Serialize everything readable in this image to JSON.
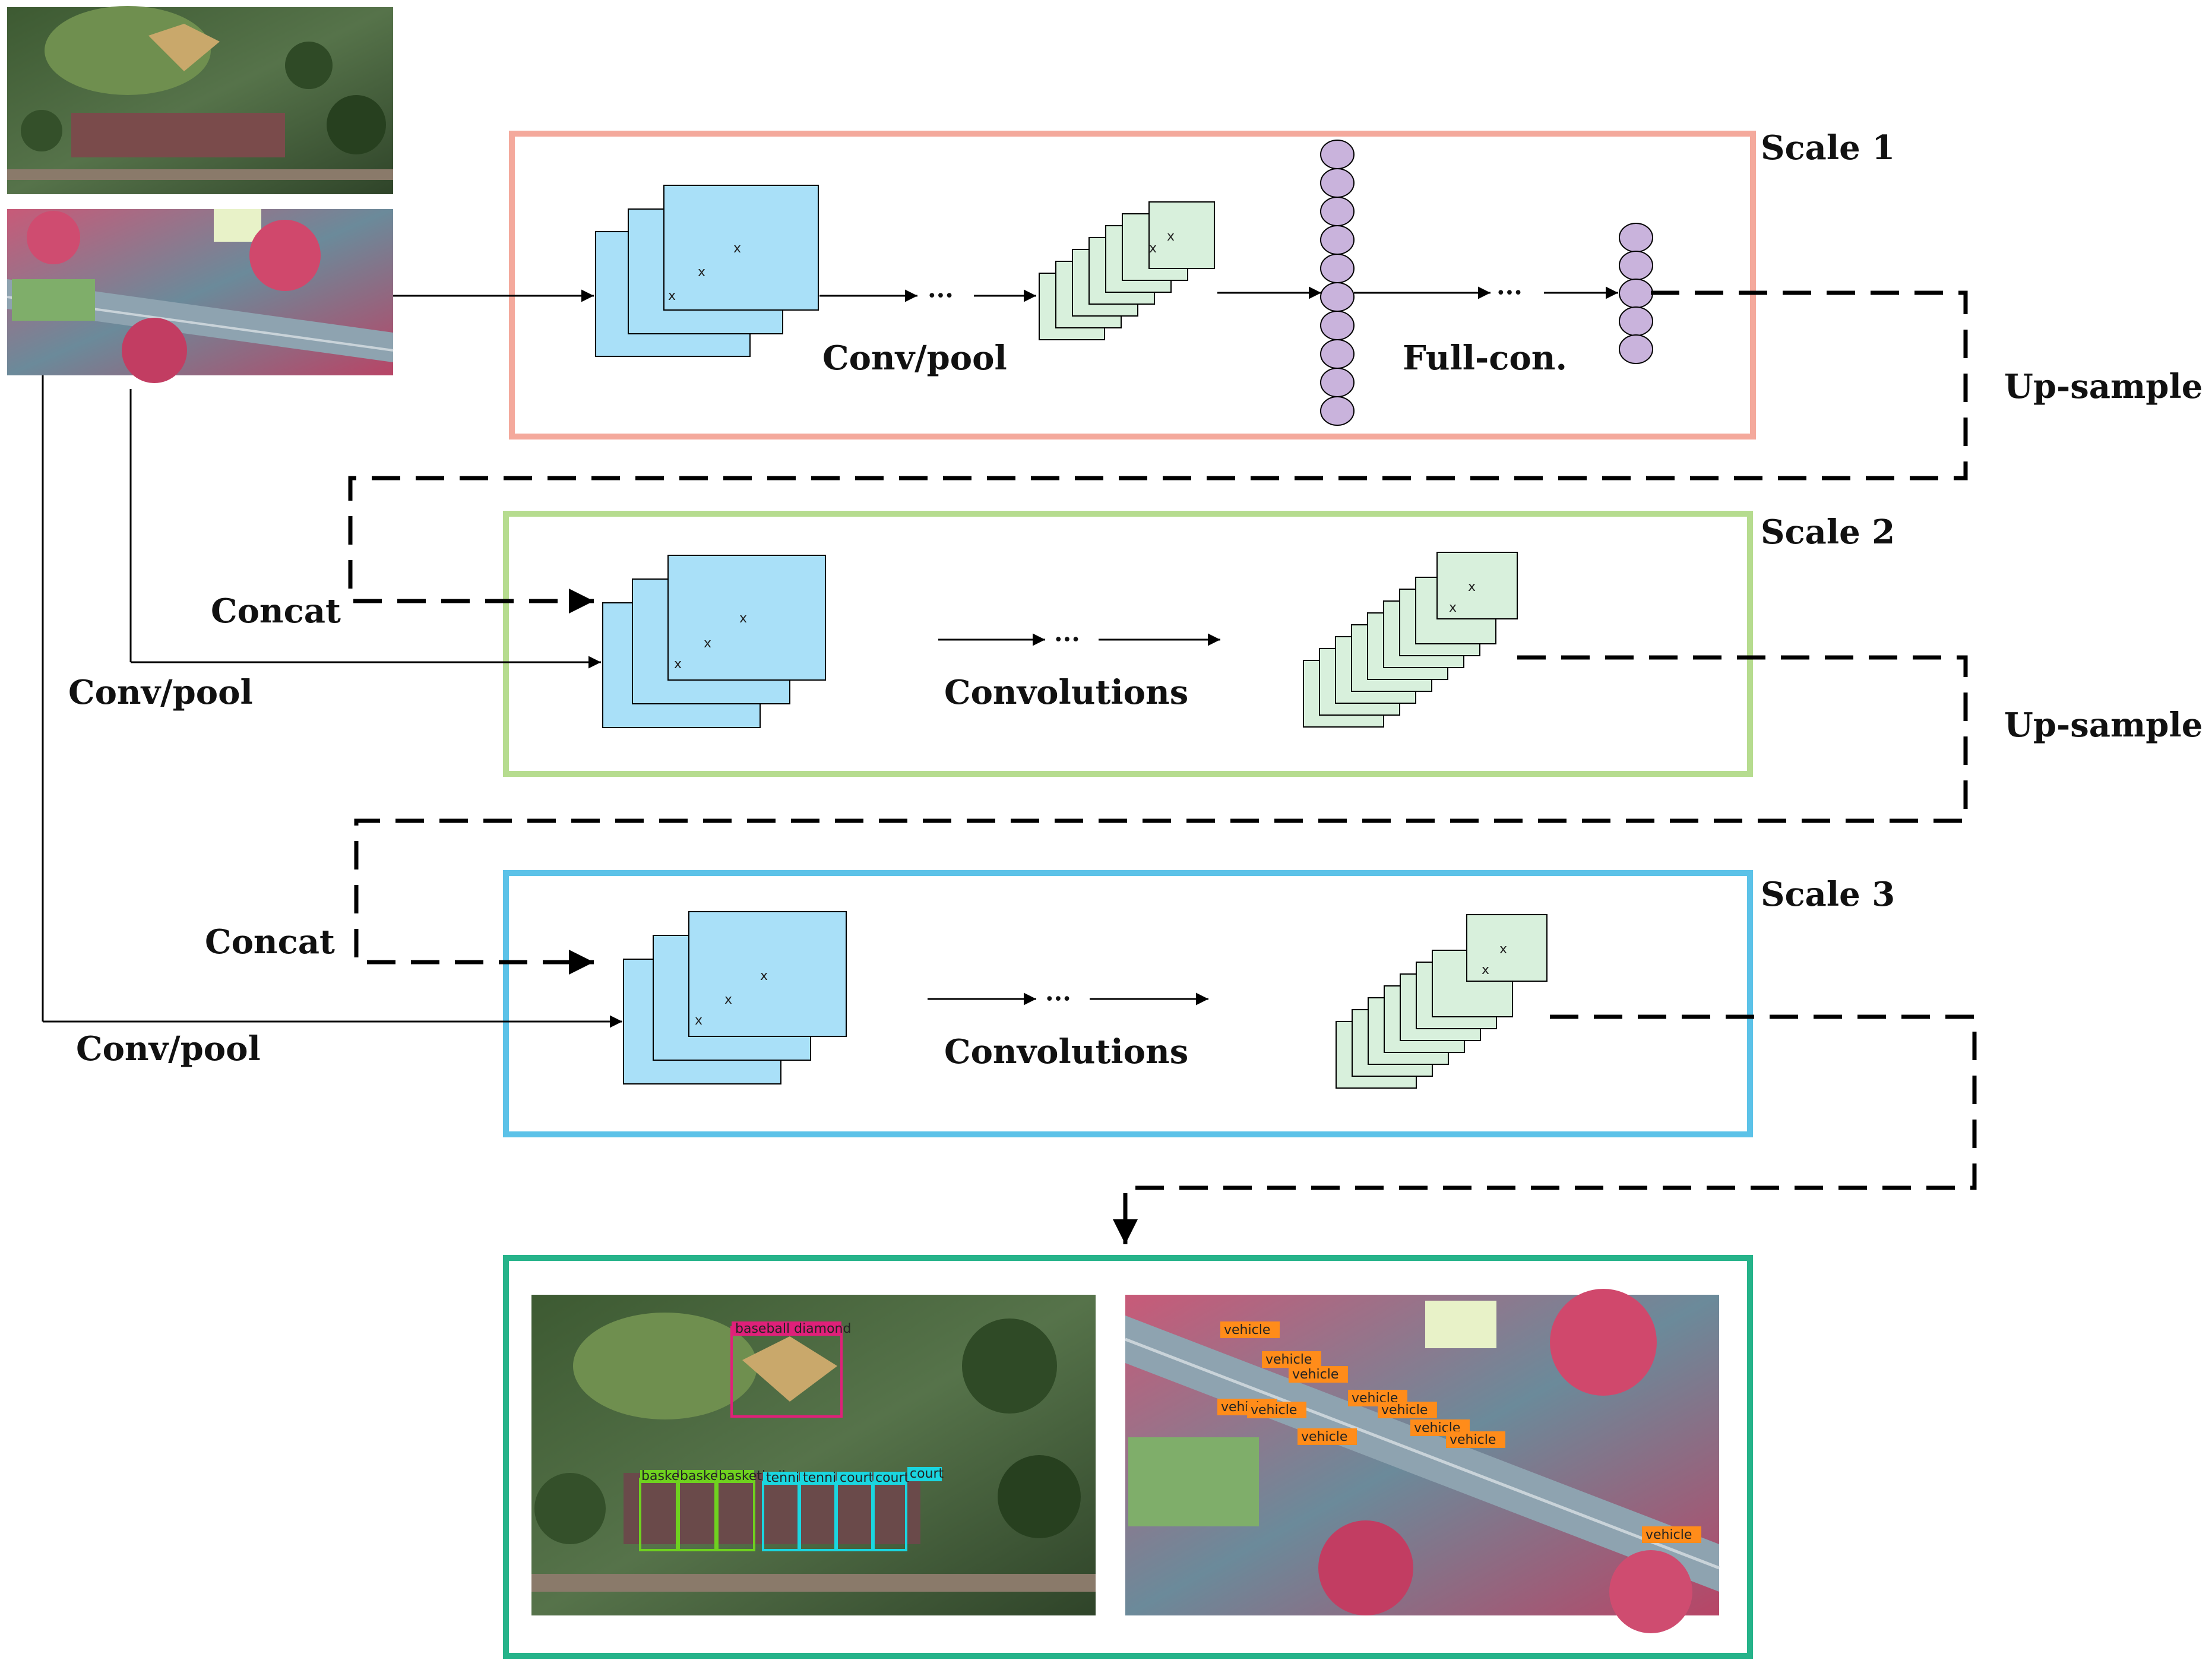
{
  "scales": [
    {
      "id": "scale-1",
      "label": "Scale 1",
      "color": "#f4a99c"
    },
    {
      "id": "scale-2",
      "label": "Scale 2",
      "color": "#b6dc8f"
    },
    {
      "id": "scale-3",
      "label": "Scale 3",
      "color": "#5cc2e8"
    }
  ],
  "result_frame_color": "#26b38a",
  "labels": {
    "conv_pool": "Conv/pool",
    "full_con": "Full-con.",
    "up_sample": "Up-sample",
    "concat": "Concat",
    "convolutions": "Convolutions",
    "ellipsis": "···",
    "x_mark": "x"
  },
  "detections": {
    "baseball": "baseball diamond",
    "basketball": "basketball",
    "tennis": "tennis",
    "court": "court",
    "vehicle": "vehicle"
  },
  "colors": {
    "cube_blue": "#a9e0f8",
    "cube_green": "#d8f0dc",
    "neuron": "#c9b3dc",
    "det_magenta": "#e0207a",
    "det_green": "#6fd11f",
    "det_cyan": "#1ad6e0",
    "det_orange": "#ff8c1a"
  }
}
